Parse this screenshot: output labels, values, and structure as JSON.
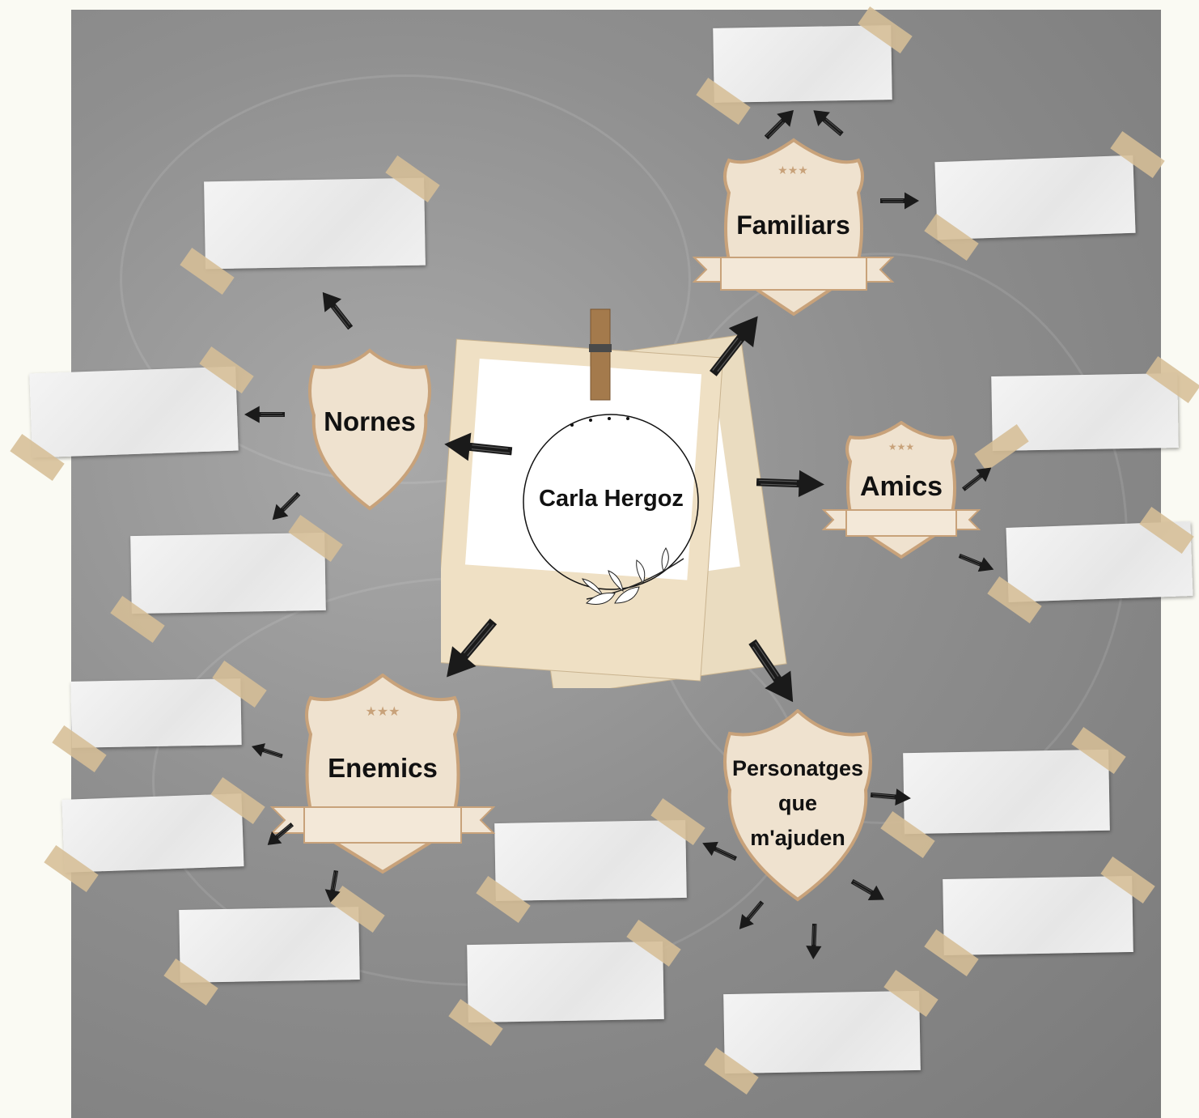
{
  "center": {
    "name": "Carla Hergoz"
  },
  "categories": {
    "familiars": "Familiars",
    "nornes": "Nornes",
    "amics": "Amics",
    "enemics": "Enemics",
    "personatges": [
      "Personatges",
      "que",
      "m'ajuden"
    ]
  },
  "colors": {
    "board": "#8f8f8f",
    "badge_fill": "#efe2cf",
    "badge_border": "#c8a27a",
    "tape": "#d6be96",
    "clip": "#a47a4c",
    "photo_frame": "#eedfc2",
    "arrow": "#1a1a1a"
  }
}
